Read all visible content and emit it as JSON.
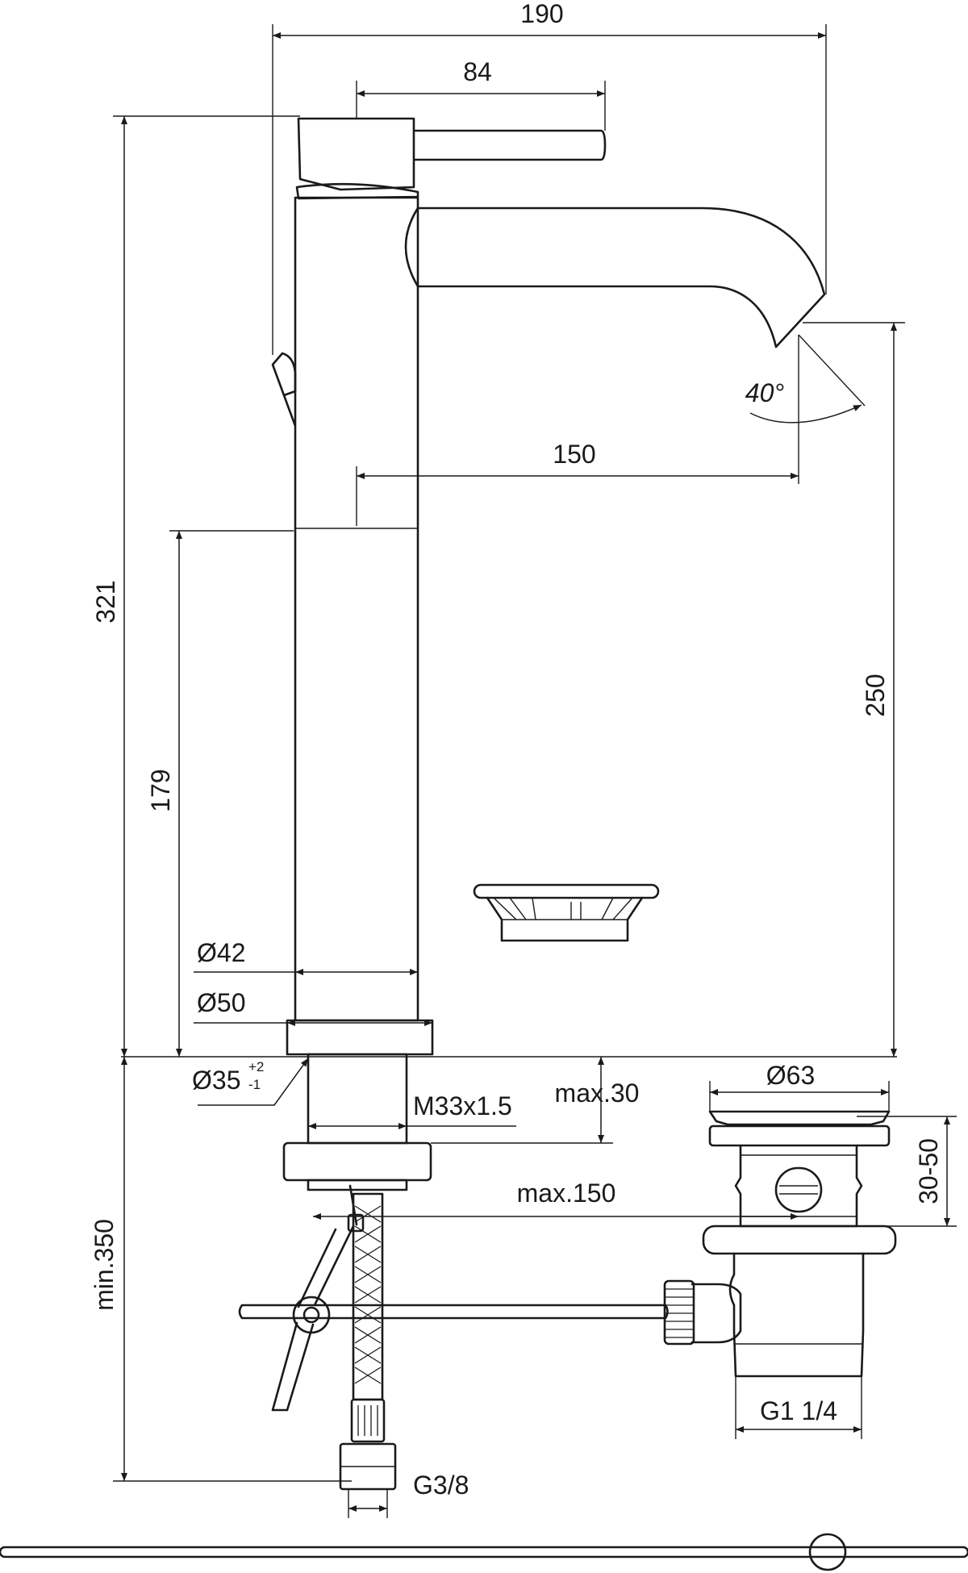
{
  "dimensions": {
    "total_width": "190",
    "handle_length": "84",
    "total_height": "321",
    "spout_projection": "150",
    "spout_height": "250",
    "spout_angle": "40°",
    "body_height": "179",
    "body_diameter": "Ø42",
    "base_diameter": "Ø50",
    "hole_diameter": "Ø35",
    "hole_tol_plus": "+2",
    "hole_tol_minus": "-1",
    "thread": "M33x1.5",
    "deck_thickness": "max.30",
    "waste_diameter": "Ø63",
    "waste_range": "30-50",
    "rod_reach": "max.150",
    "waste_thread": "G1 1/4",
    "hose_thread": "G3/8",
    "below_deck": "min.350"
  }
}
